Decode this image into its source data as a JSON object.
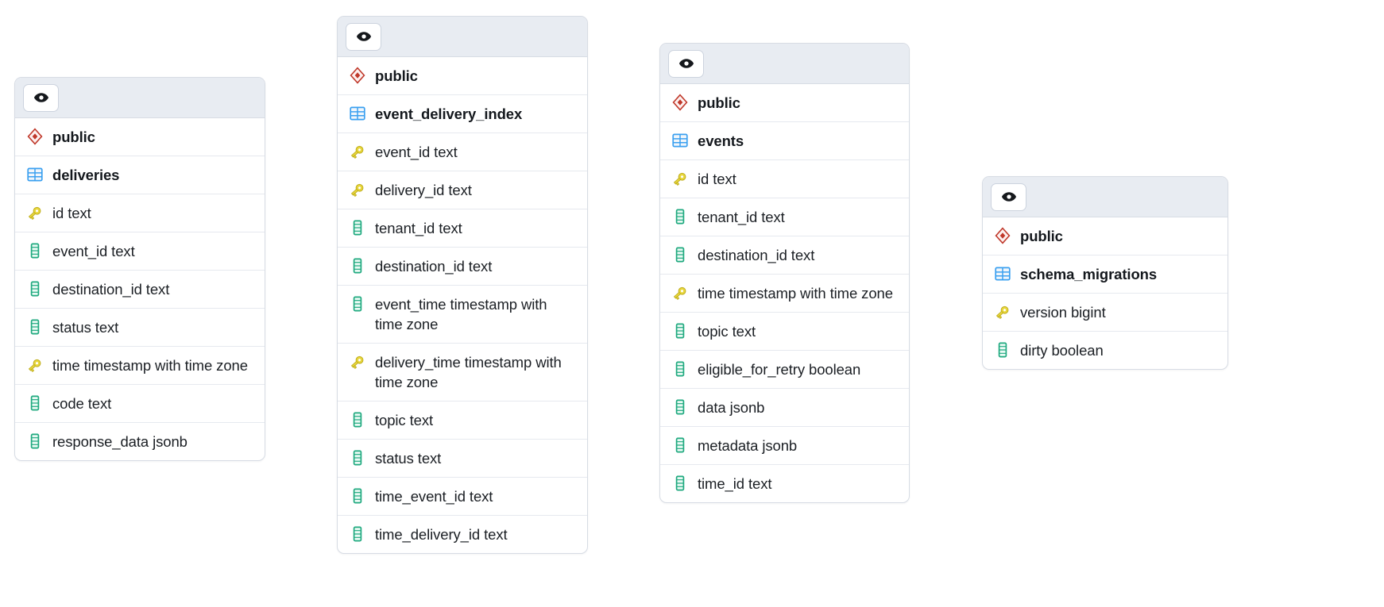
{
  "theme": {
    "background": "#ffffff",
    "card_bg": "#ffffff",
    "card_border": "#d7dce4",
    "header_bg": "#e8ecf2",
    "row_divider": "#e6e9ef",
    "text": "#1b1f24",
    "schema_icon_color": "#c0392b",
    "table_icon_color": "#3ba0f0",
    "key_icon_color": "#d8c72e",
    "column_icon_color": "#1fa97f"
  },
  "tables": [
    {
      "id": "deliveries",
      "header": {
        "eye_icon": "eye-icon",
        "eye_label": ""
      },
      "rows": [
        {
          "icon": "schema-icon",
          "label": "public",
          "bold": true,
          "kind": "schema"
        },
        {
          "icon": "table-icon",
          "label": "deliveries",
          "bold": true,
          "kind": "table"
        },
        {
          "icon": "key-icon",
          "label": "id text",
          "bold": false,
          "kind": "primary-key"
        },
        {
          "icon": "column-icon",
          "label": "event_id text",
          "bold": false,
          "kind": "column"
        },
        {
          "icon": "column-icon",
          "label": "destination_id text",
          "bold": false,
          "kind": "column"
        },
        {
          "icon": "column-icon",
          "label": "status text",
          "bold": false,
          "kind": "column"
        },
        {
          "icon": "key-icon",
          "label": "time timestamp with time zone",
          "bold": false,
          "kind": "primary-key"
        },
        {
          "icon": "column-icon",
          "label": "code text",
          "bold": false,
          "kind": "column"
        },
        {
          "icon": "column-icon",
          "label": "response_data jsonb",
          "bold": false,
          "kind": "column"
        }
      ]
    },
    {
      "id": "event_delivery_index",
      "header": {
        "eye_icon": "eye-icon",
        "eye_label": ""
      },
      "rows": [
        {
          "icon": "schema-icon",
          "label": "public",
          "bold": true,
          "kind": "schema"
        },
        {
          "icon": "table-icon",
          "label": "event_delivery_index",
          "bold": true,
          "kind": "table"
        },
        {
          "icon": "key-icon",
          "label": "event_id text",
          "bold": false,
          "kind": "primary-key"
        },
        {
          "icon": "key-icon",
          "label": "delivery_id text",
          "bold": false,
          "kind": "primary-key"
        },
        {
          "icon": "column-icon",
          "label": "tenant_id text",
          "bold": false,
          "kind": "column"
        },
        {
          "icon": "column-icon",
          "label": "destination_id text",
          "bold": false,
          "kind": "column"
        },
        {
          "icon": "column-icon",
          "label": "event_time timestamp with time zone",
          "bold": false,
          "kind": "column"
        },
        {
          "icon": "key-icon",
          "label": "delivery_time timestamp with time zone",
          "bold": false,
          "kind": "primary-key"
        },
        {
          "icon": "column-icon",
          "label": "topic text",
          "bold": false,
          "kind": "column"
        },
        {
          "icon": "column-icon",
          "label": "status text",
          "bold": false,
          "kind": "column"
        },
        {
          "icon": "column-icon",
          "label": "time_event_id text",
          "bold": false,
          "kind": "column"
        },
        {
          "icon": "column-icon",
          "label": "time_delivery_id text",
          "bold": false,
          "kind": "column"
        }
      ]
    },
    {
      "id": "events",
      "header": {
        "eye_icon": "eye-icon",
        "eye_label": ""
      },
      "rows": [
        {
          "icon": "schema-icon",
          "label": "public",
          "bold": true,
          "kind": "schema"
        },
        {
          "icon": "table-icon",
          "label": "events",
          "bold": true,
          "kind": "table"
        },
        {
          "icon": "key-icon",
          "label": "id text",
          "bold": false,
          "kind": "primary-key"
        },
        {
          "icon": "column-icon",
          "label": "tenant_id text",
          "bold": false,
          "kind": "column"
        },
        {
          "icon": "column-icon",
          "label": "destination_id text",
          "bold": false,
          "kind": "column"
        },
        {
          "icon": "key-icon",
          "label": "time timestamp with time zone",
          "bold": false,
          "kind": "primary-key"
        },
        {
          "icon": "column-icon",
          "label": "topic text",
          "bold": false,
          "kind": "column"
        },
        {
          "icon": "column-icon",
          "label": "eligible_for_retry boolean",
          "bold": false,
          "kind": "column"
        },
        {
          "icon": "column-icon",
          "label": "data jsonb",
          "bold": false,
          "kind": "column"
        },
        {
          "icon": "column-icon",
          "label": "metadata jsonb",
          "bold": false,
          "kind": "column"
        },
        {
          "icon": "column-icon",
          "label": "time_id text",
          "bold": false,
          "kind": "column"
        }
      ]
    },
    {
      "id": "schema_migrations",
      "header": {
        "eye_icon": "eye-icon",
        "eye_label": ""
      },
      "rows": [
        {
          "icon": "schema-icon",
          "label": "public",
          "bold": true,
          "kind": "schema"
        },
        {
          "icon": "table-icon",
          "label": "schema_migrations",
          "bold": true,
          "kind": "table"
        },
        {
          "icon": "key-icon",
          "label": "version bigint",
          "bold": false,
          "kind": "primary-key"
        },
        {
          "icon": "column-icon",
          "label": "dirty boolean",
          "bold": false,
          "kind": "column"
        }
      ]
    }
  ]
}
